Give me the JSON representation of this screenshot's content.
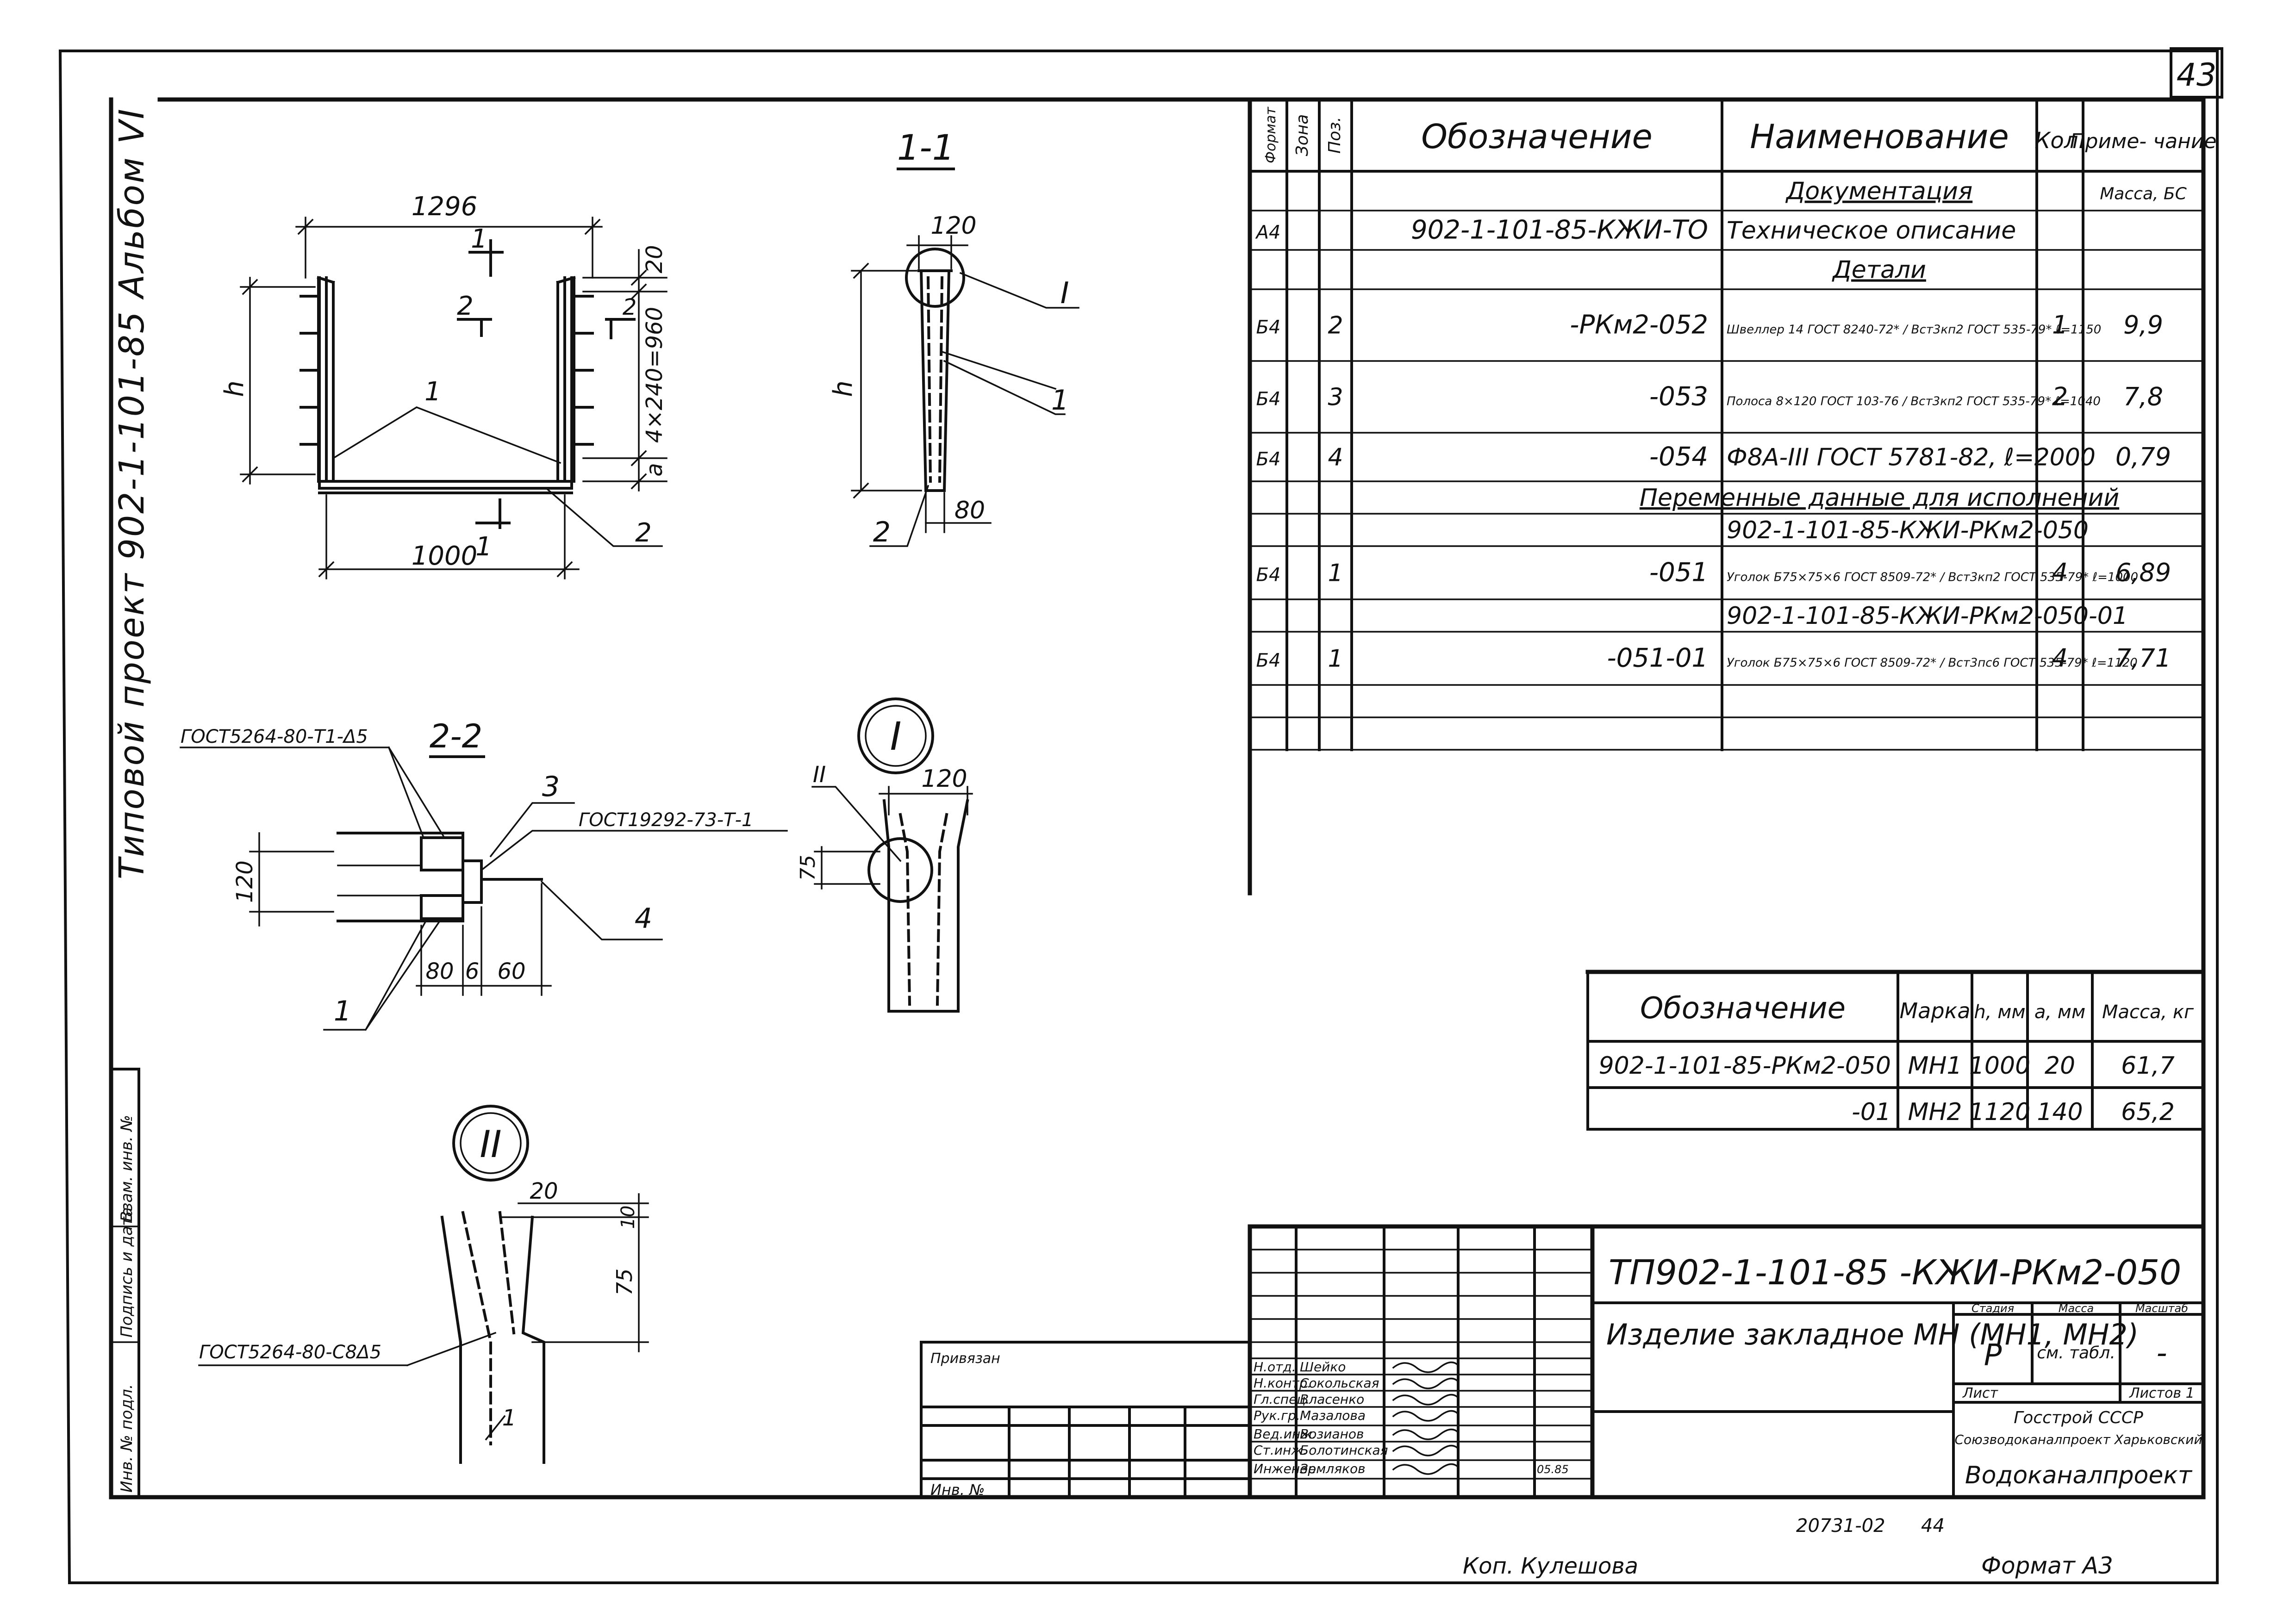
{
  "sheet_number": "43",
  "side_stamp": "Типовой проект 902-1-101-85 Альбом VI",
  "left_stamp": [
    "Инв. № подл.",
    "Подпись и дата",
    "Взам. инв. №"
  ],
  "spec_table": {
    "headers": {
      "format": "Формат",
      "zone": "Зона",
      "pos": "Поз.",
      "designation": "Обозначение",
      "name": "Наименование",
      "qty": "Кол.",
      "note": "Приме- чание"
    },
    "rows": [
      {
        "format": "",
        "zone": "",
        "pos": "",
        "designation": "",
        "name": "Документация",
        "qty": "",
        "note": "Масса, БС"
      },
      {
        "format": "А4",
        "zone": "",
        "pos": "",
        "designation": "902-1-101-85-КЖИ-ТО",
        "name": "Техническое описание",
        "qty": "",
        "note": ""
      },
      {
        "format": "",
        "zone": "",
        "pos": "",
        "designation": "",
        "name": "Детали",
        "qty": "",
        "note": ""
      },
      {
        "format": "Б4",
        "zone": "",
        "pos": "2",
        "designation": "-РКм2-052",
        "name": "Швеллер 14 ГОСТ 8240-72* / Вст3кп2 ГОСТ 535-79*  ℓ=1150",
        "qty": "1",
        "note": "9,9"
      },
      {
        "format": "Б4",
        "zone": "",
        "pos": "3",
        "designation": "-053",
        "name": "Полоса 8×120 ГОСТ 103-76 / Вст3кп2 ГОСТ 535-79*  ℓ=1040",
        "qty": "2",
        "note": "7,8"
      },
      {
        "format": "Б4",
        "zone": "",
        "pos": "4",
        "designation": "-054",
        "name": "Ф8А-III ГОСТ 5781-82, ℓ=2000",
        "qty": "",
        "note": "0,79"
      },
      {
        "format": "",
        "zone": "",
        "pos": "",
        "designation": "",
        "name": "Переменные данные для исполнений",
        "qty": "",
        "note": ""
      },
      {
        "format": "",
        "zone": "",
        "pos": "",
        "designation": "",
        "name": "902-1-101-85-КЖИ-РКм2-050",
        "qty": "",
        "note": ""
      },
      {
        "format": "Б4",
        "zone": "",
        "pos": "1",
        "designation": "-051",
        "name": "Уголок Б75×75×6 ГОСТ 8509-72* / Вст3кп2 ГОСТ 535-79*  ℓ=1000",
        "qty": "4",
        "note": "6,89"
      },
      {
        "format": "",
        "zone": "",
        "pos": "",
        "designation": "",
        "name": "902-1-101-85-КЖИ-РКм2-050-01",
        "qty": "",
        "note": ""
      },
      {
        "format": "Б4",
        "zone": "",
        "pos": "1",
        "designation": "-051-01",
        "name": "Уголок Б75×75×6 ГОСТ 8509-72* / Вст3пс6 ГОСТ 535-79*  ℓ=1120",
        "qty": "4",
        "note": "7,71"
      },
      {
        "format": "",
        "zone": "",
        "pos": "",
        "designation": "",
        "name": "",
        "qty": "",
        "note": ""
      },
      {
        "format": "",
        "zone": "",
        "pos": "",
        "designation": "",
        "name": "",
        "qty": "",
        "note": ""
      }
    ]
  },
  "variant_table": {
    "headers": {
      "designation": "Обозначение",
      "mark": "Марка",
      "h": "h, мм",
      "a": "a, мм",
      "mass": "Масса, кг"
    },
    "rows": [
      {
        "designation": "902-1-101-85-РКм2-050",
        "mark": "МН1",
        "h": "1000",
        "a": "20",
        "mass": "61,7"
      },
      {
        "designation": "-01",
        "mark": "МН2",
        "h": "1120",
        "a": "140",
        "mass": "65,2"
      }
    ]
  },
  "views": {
    "main": {
      "width": "1296",
      "base": "1000",
      "h": "h",
      "step": "4×240=960",
      "top_dim": "20",
      "a": "a",
      "cut1": "1",
      "cut2": "2",
      "pos1": "1",
      "pos2": "2"
    },
    "section_1_1": {
      "title": "1-1",
      "top": "120",
      "h": "h",
      "bottom": "80",
      "node": "I",
      "pos1": "1",
      "pos2": "2"
    },
    "section_2_2": {
      "title": "2-2",
      "weld_left": "ГОСТ5264-80-Т1-Δ5",
      "weld_right": "ГОСТ19292-73-Т-1",
      "dim_h": "120",
      "dim_a": "80",
      "dim_b": "6",
      "dim_c": "60",
      "pos3": "3",
      "pos4": "4",
      "pos1": "1"
    },
    "node_1": {
      "label": "I",
      "top": "120",
      "side": "75",
      "ref": "II"
    },
    "node_2": {
      "label": "II",
      "top": "20",
      "small": "10",
      "side": "75",
      "weld": "ГОСТ5264-80-С8Δ5"
    }
  },
  "title_block": {
    "code": "ТП902-1-101-85  -КЖИ-РКм2-050",
    "title": "Изделие закладное МН (МН1, МН2)",
    "stage_label": "Стадия",
    "mass_label": "Масса",
    "scale_label": "Масштаб",
    "stage": "Р",
    "mass": "см. табл.",
    "scale": "-",
    "sheet_label": "Лист",
    "sheets_label": "Листов 1",
    "org1": "Госстрой СССР",
    "org2": "Союзводоканалпроект Харьковский",
    "org3": "Водоканалпроект",
    "applied": "Привязан",
    "inv": "Инв. №",
    "staff": [
      {
        "role": "Н.отд.",
        "name": "Шейко",
        "date": ""
      },
      {
        "role": "Н.контр.",
        "name": "Сокольская",
        "date": ""
      },
      {
        "role": "Гл.спец.",
        "name": "Власенко",
        "date": ""
      },
      {
        "role": "Рук.гр.",
        "name": "Мазалова",
        "date": ""
      },
      {
        "role": "Вед.инж.",
        "name": "Возианов",
        "date": ""
      },
      {
        "role": "Ст.инж.",
        "name": "Болотинская",
        "date": ""
      },
      {
        "role": "Инженер",
        "name": "Земляков",
        "date": "05.85"
      }
    ]
  },
  "footer": {
    "copied": "Коп. Кулешова",
    "doc_no": "20731-02",
    "page": "44",
    "format": "Формат А3"
  }
}
